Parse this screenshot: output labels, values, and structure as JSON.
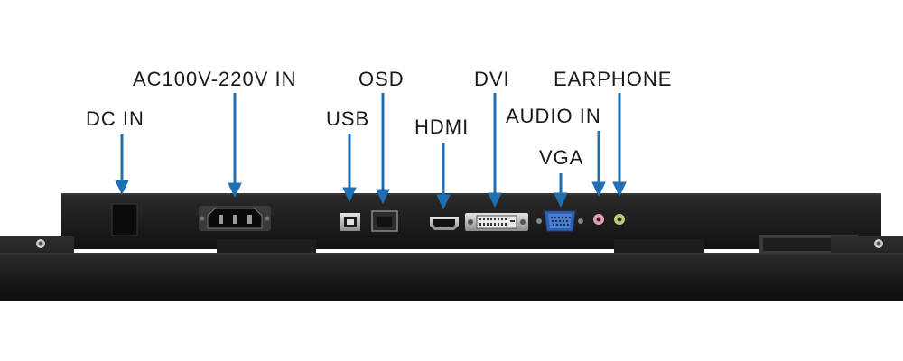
{
  "labels": {
    "dc_in": "DC IN",
    "ac_in": "AC100V-220V IN",
    "usb": "USB",
    "osd": "OSD",
    "hdmi": "HDMI",
    "dvi": "DVI",
    "audio_in": "AUDIO IN",
    "vga": "VGA",
    "earphone": "EARPHONE"
  },
  "colors": {
    "arrow": "#1f6fb4",
    "chassis": "#141414",
    "panel": "#2a2a2a",
    "port_metal": "#b8b8b8",
    "vga_blue": "#2f5fb0",
    "audio_pink": "#e8a0b4",
    "earphone_green": "#b9d27a"
  }
}
